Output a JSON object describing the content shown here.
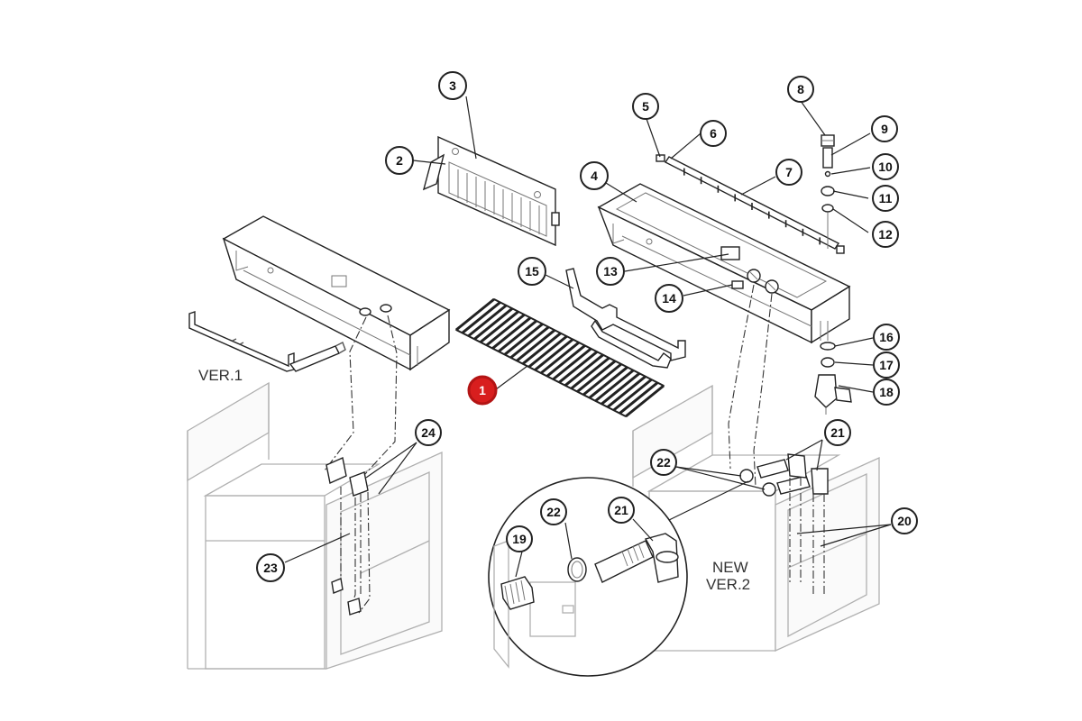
{
  "callouts": [
    {
      "id": "c1",
      "number": "1",
      "highlight": true
    },
    {
      "id": "c2",
      "number": "2"
    },
    {
      "id": "c3",
      "number": "3"
    },
    {
      "id": "c4",
      "number": "4"
    },
    {
      "id": "c5",
      "number": "5"
    },
    {
      "id": "c6",
      "number": "6"
    },
    {
      "id": "c7",
      "number": "7"
    },
    {
      "id": "c8",
      "number": "8"
    },
    {
      "id": "c9",
      "number": "9"
    },
    {
      "id": "c10",
      "number": "10"
    },
    {
      "id": "c11",
      "number": "11"
    },
    {
      "id": "c12",
      "number": "12"
    },
    {
      "id": "c13",
      "number": "13"
    },
    {
      "id": "c14",
      "number": "14"
    },
    {
      "id": "c15",
      "number": "15"
    },
    {
      "id": "c16",
      "number": "16"
    },
    {
      "id": "c17",
      "number": "17"
    },
    {
      "id": "c18",
      "number": "18"
    },
    {
      "id": "c19",
      "number": "19"
    },
    {
      "id": "c20",
      "number": "20"
    },
    {
      "id": "c21a",
      "number": "21"
    },
    {
      "id": "c21b",
      "number": "21"
    },
    {
      "id": "c22a",
      "number": "22"
    },
    {
      "id": "c22b",
      "number": "22"
    },
    {
      "id": "c23",
      "number": "23"
    },
    {
      "id": "c24",
      "number": "24"
    }
  ],
  "labels": {
    "ver1": "VER.1",
    "ver2_line1": "NEW",
    "ver2_line2": "VER.2"
  },
  "colors": {
    "highlight": "#d81e1e",
    "line": "#222222",
    "cabinet": "#b0b0b0"
  }
}
